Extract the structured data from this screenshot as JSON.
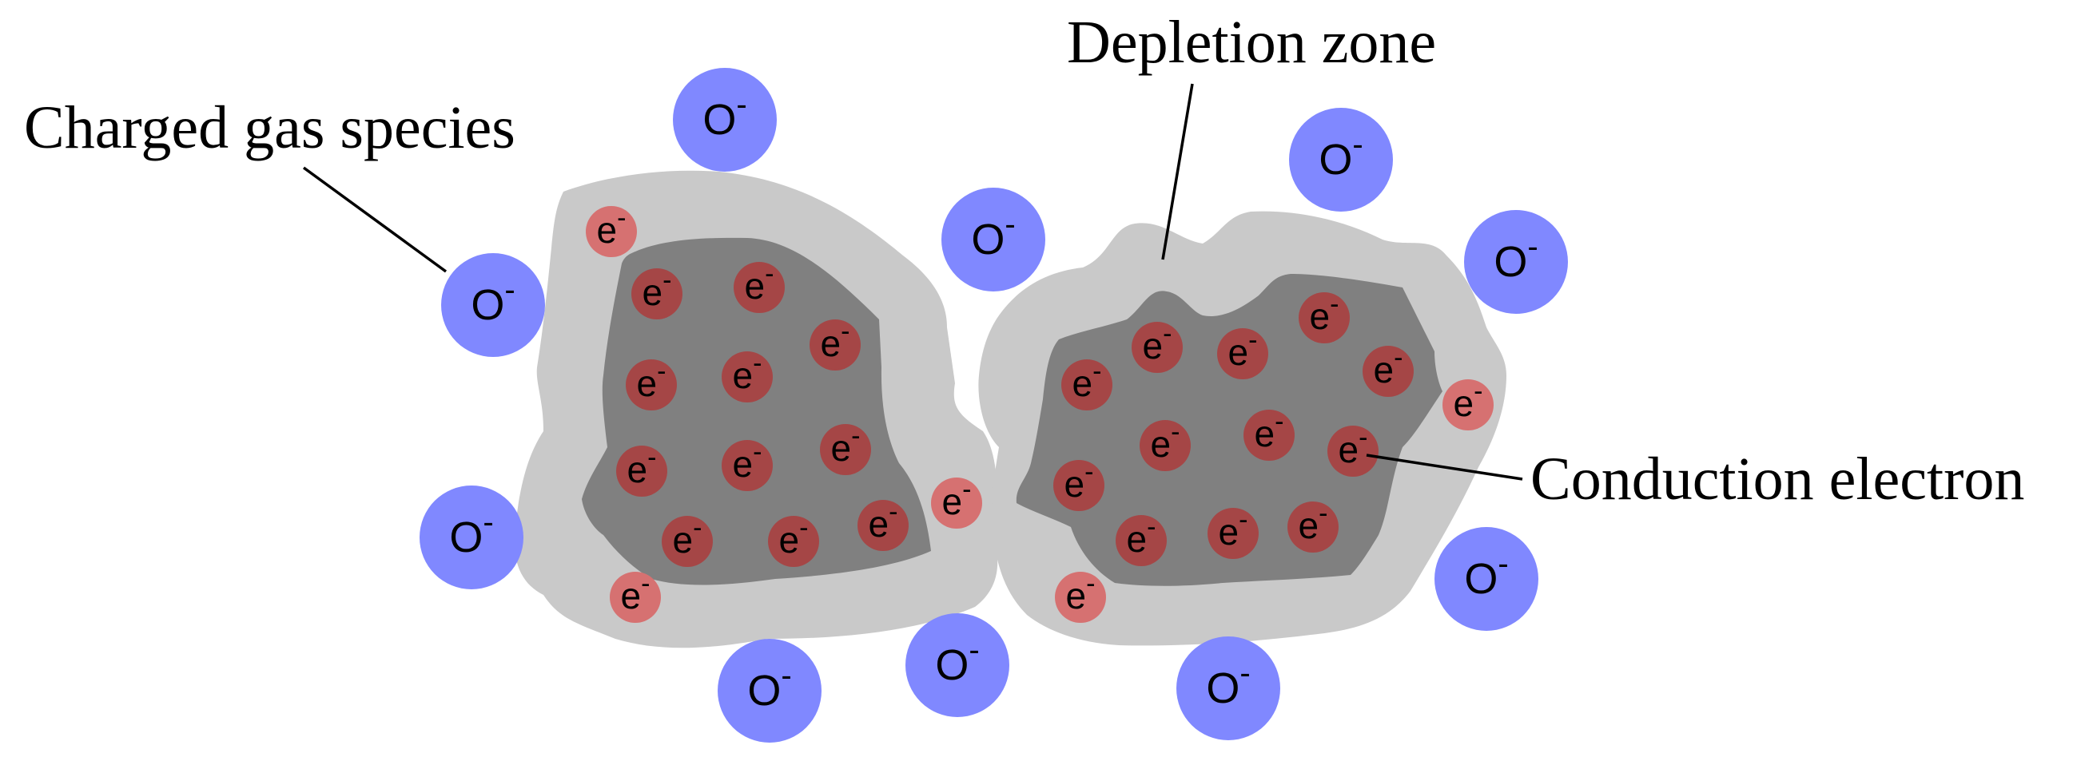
{
  "labels": {
    "charged_gas_species": "Charged gas species",
    "depletion_zone": "Depletion zone",
    "conduction_electron": "Conduction electron"
  },
  "particles": {
    "oxygen_ion": {
      "symbol": "O",
      "charge": "-"
    },
    "electron": {
      "symbol": "e",
      "charge": "-"
    }
  },
  "colors": {
    "depletion_zone": "#c9c9c9",
    "grain_core": "#808080",
    "oxygen_ion": "#8088ff",
    "conduction_electron": "#a54646",
    "surface_electron": "#d67171",
    "leader_line": "#000000"
  }
}
